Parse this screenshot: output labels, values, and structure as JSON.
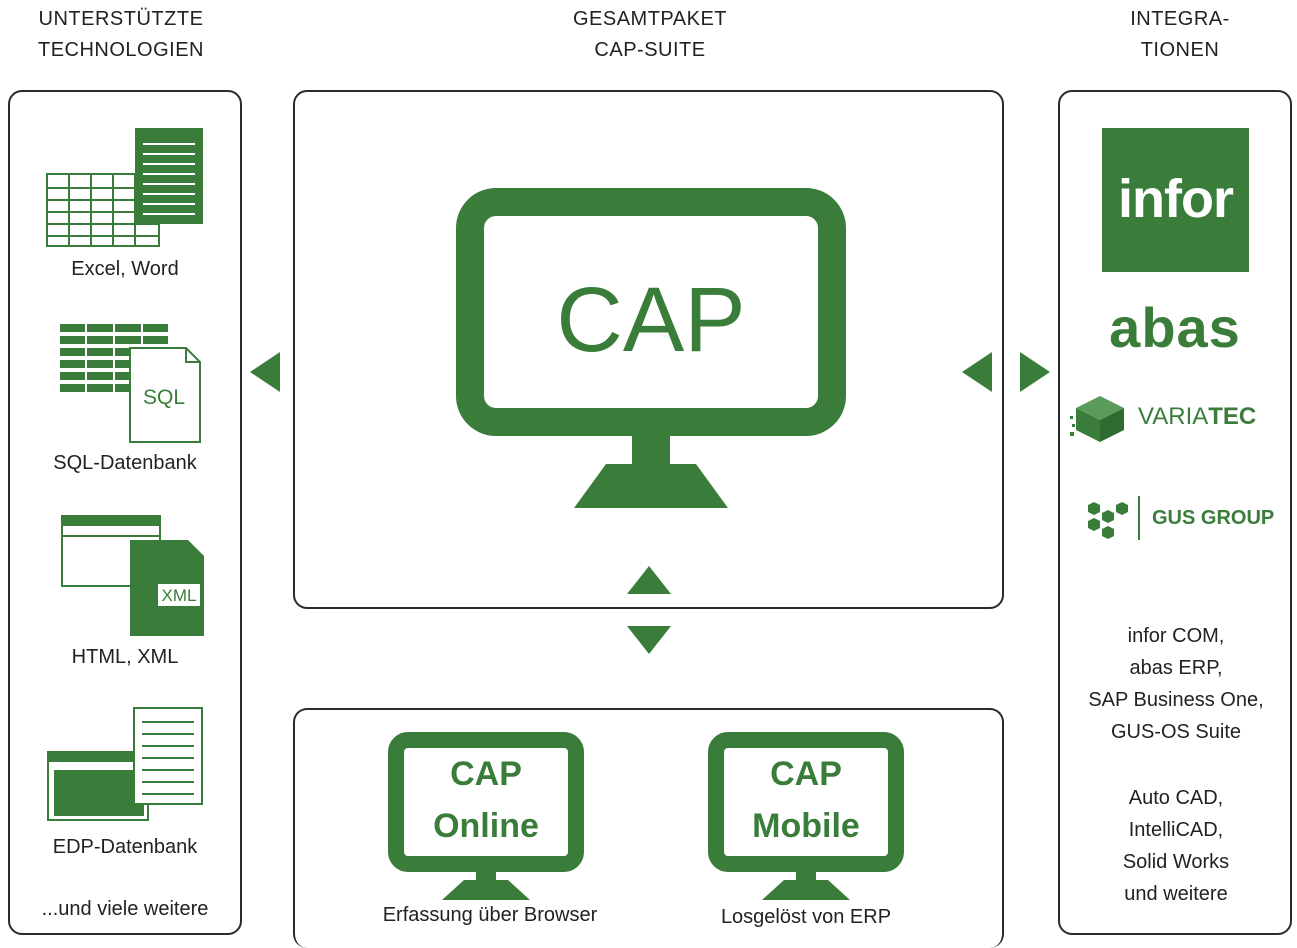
{
  "headers": {
    "left": [
      "UNTERSTÜTZTE",
      "TECHNOLOGIEN"
    ],
    "center": [
      "GESAMTPAKET",
      "CAP-SUITE"
    ],
    "right": [
      "INTEGRA-",
      "TIONEN"
    ]
  },
  "left_panel": {
    "items": [
      {
        "label": "Excel, Word",
        "icon": "spreadsheet-document-icon"
      },
      {
        "label": "SQL-Datenbank",
        "icon": "sql-database-icon",
        "badge": "SQL"
      },
      {
        "label": "HTML, XML",
        "icon": "html-xml-icon",
        "badge": "XML"
      },
      {
        "label": "EDP-Datenbank",
        "icon": "edp-database-icon"
      }
    ],
    "footer": "...und viele weitere"
  },
  "center_panel": {
    "monitor_label": "CAP"
  },
  "bottom_panel": {
    "products": [
      {
        "line1": "CAP",
        "line2": "Online",
        "caption": "Erfassung über Browser"
      },
      {
        "line1": "CAP",
        "line2": "Mobile",
        "caption": "Losgelöst von ERP"
      }
    ]
  },
  "right_panel": {
    "logos": {
      "infor": "infor",
      "abas": "abas",
      "variatec_a": "VARIA",
      "variatec_b": "TEC",
      "gus": "GUS GROUP"
    },
    "erp_list": [
      "infor COM,",
      "abas ERP,",
      "SAP Business One,",
      "GUS-OS Suite"
    ],
    "cad_list": [
      "Auto CAD,",
      "IntelliCAD,",
      "Solid Works",
      "und weitere"
    ]
  },
  "colors": {
    "accent": "#3a7d3a",
    "border": "#2b2b2b",
    "background": "#ffffff"
  }
}
